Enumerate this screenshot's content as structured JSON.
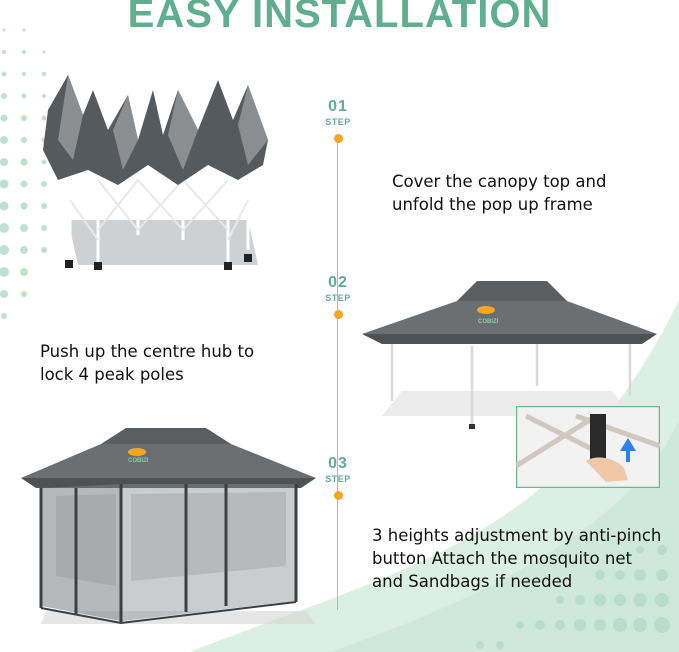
{
  "title": "EASY INSTALLATION",
  "steps": [
    {
      "number": "01",
      "label": "STEP"
    },
    {
      "number": "02",
      "label": "STEP"
    },
    {
      "number": "03",
      "label": "STEP"
    }
  ],
  "descriptions": {
    "d1": [
      "Cover the canopy top and",
      "unfold the pop up frame"
    ],
    "d2": [
      "Push up the centre hub to",
      "lock 4 peak poles"
    ],
    "d3": [
      "3 heights adjustment by anti-pinch",
      "button Attach the mosquito net",
      "and Sandbags if needed"
    ]
  },
  "brand_logo": "COBIZI",
  "colors": {
    "accent": "#5fae8f",
    "step_dot": "#f5a623",
    "canopy": "#6b6f72",
    "wave": "#cfe8dc"
  }
}
